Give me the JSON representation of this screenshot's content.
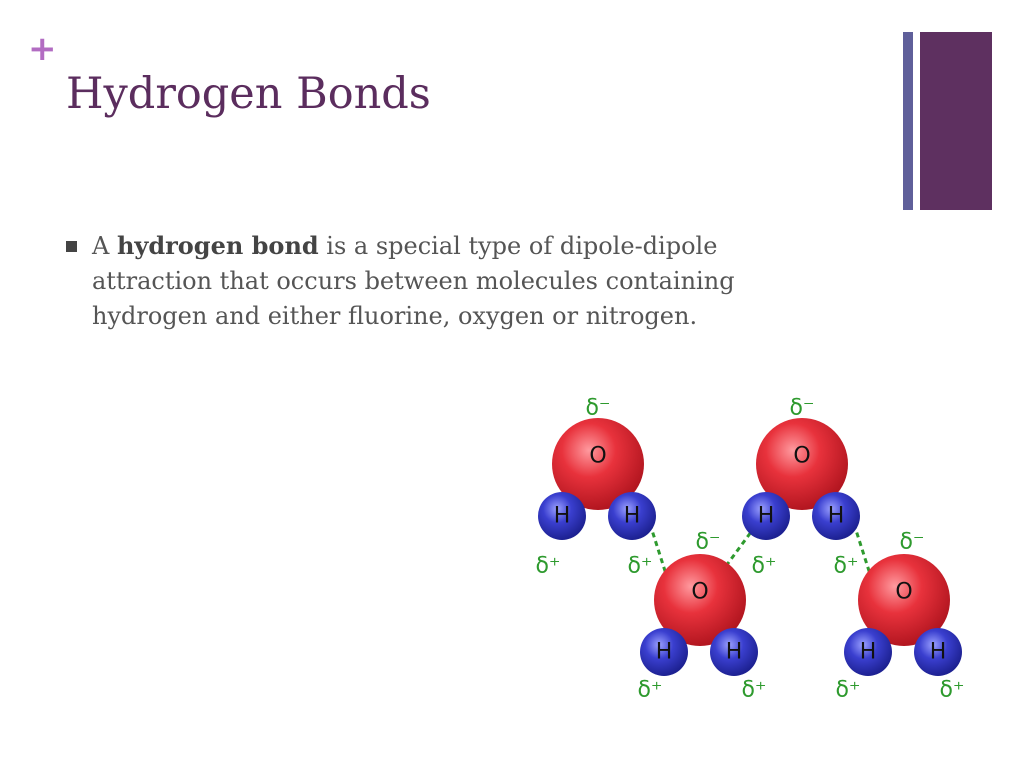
{
  "slide": {
    "plus_symbol": "+",
    "title": "Hydrogen Bonds",
    "bullet": {
      "text_before": "A ",
      "bold_term": "hydrogen bond",
      "text_after": " is a special type of dipole-dipole attraction that occurs between molecules containing hydrogen and either fluorine, oxygen or nitrogen."
    }
  },
  "colors": {
    "title": "#5b2d5e",
    "plus": "#b26cc2",
    "bar_thin": "#5f5f9a",
    "bar_wide": "#5e3060",
    "bullet_mark": "#444444",
    "oxygen": "#e8323c",
    "hydrogen": "#3a3fcf",
    "bond": "#5a5a5a",
    "hbond": "#2e9a2e",
    "charge": "#2e9a2e"
  },
  "diagram": {
    "oxygen_label": "O",
    "hydrogen_label": "H",
    "partial_negative": "δ⁻",
    "partial_positive": "δ⁺",
    "molecule_count": 4
  }
}
